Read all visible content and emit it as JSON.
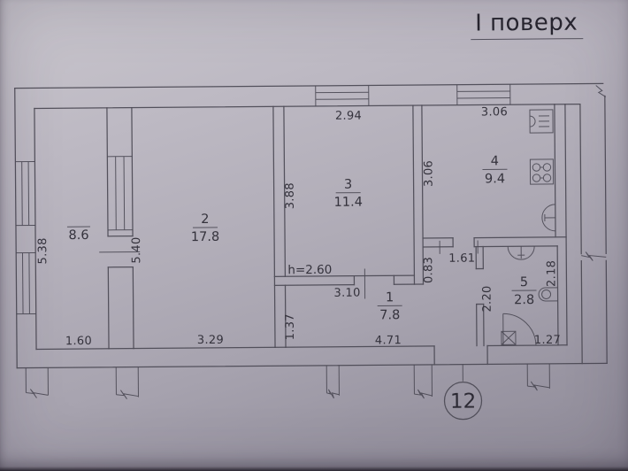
{
  "title": "І поверх",
  "plan": {
    "apartment_number": "12",
    "height_note": "h=2.60",
    "rooms": [
      {
        "name": "veranda",
        "number": "",
        "area": "8.6"
      },
      {
        "name": "living-room",
        "number": "2",
        "area": "17.8"
      },
      {
        "name": "room-3",
        "number": "3",
        "area": "11.4"
      },
      {
        "name": "kitchen",
        "number": "4",
        "area": "9.4"
      },
      {
        "name": "hall",
        "number": "1",
        "area": "7.8"
      },
      {
        "name": "bathroom",
        "number": "5",
        "area": "2.8"
      }
    ],
    "dimensions": {
      "veranda_height": "5.38",
      "veranda_width": "1.60",
      "room2_height": "5.40",
      "room2_width": "3.29",
      "room3_width": "2.94",
      "room3_height": "3.88",
      "room4_left": "3.06",
      "room4_top": "3.06",
      "hall_top": "3.10",
      "hall_left": "1.37",
      "hall_bottom": "4.71",
      "step_height": "0.83",
      "step_width": "1.61",
      "bath_left": "2.20",
      "bath_right": "2.18",
      "bath_bottom": "1.27"
    },
    "icons": [
      "kitchen-sink-icon",
      "stove-icon",
      "kitchen-basin-icon",
      "bath-sink-icon",
      "toilet-icon",
      "drain-icon",
      "door-swing-arc",
      "wall-break-mark",
      "window-hatch"
    ]
  },
  "colors": {
    "line": "#4b4954",
    "text": "#34323c",
    "paper_light": "#c9c6cd",
    "paper_dark": "#8e8a97"
  }
}
